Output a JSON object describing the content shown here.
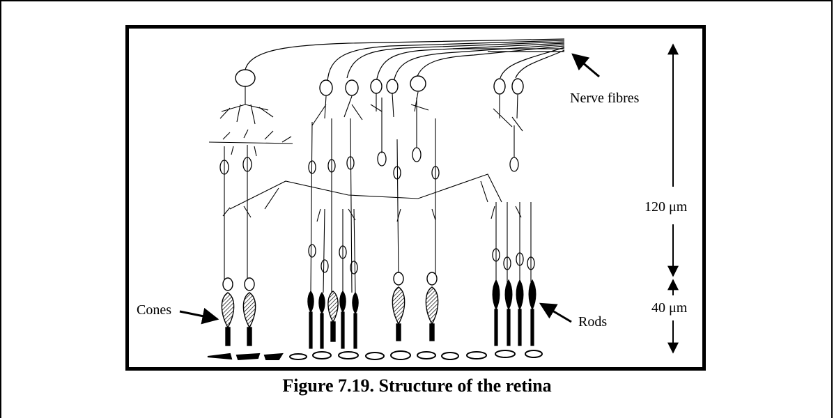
{
  "figure": {
    "caption": "Figure 7.19.  Structure of the retina",
    "labels": {
      "nerve_fibres": "Nerve fibres",
      "cones": "Cones",
      "rods": "Rods",
      "height_inner": "120 μm",
      "height_outer": "40 μm"
    }
  }
}
